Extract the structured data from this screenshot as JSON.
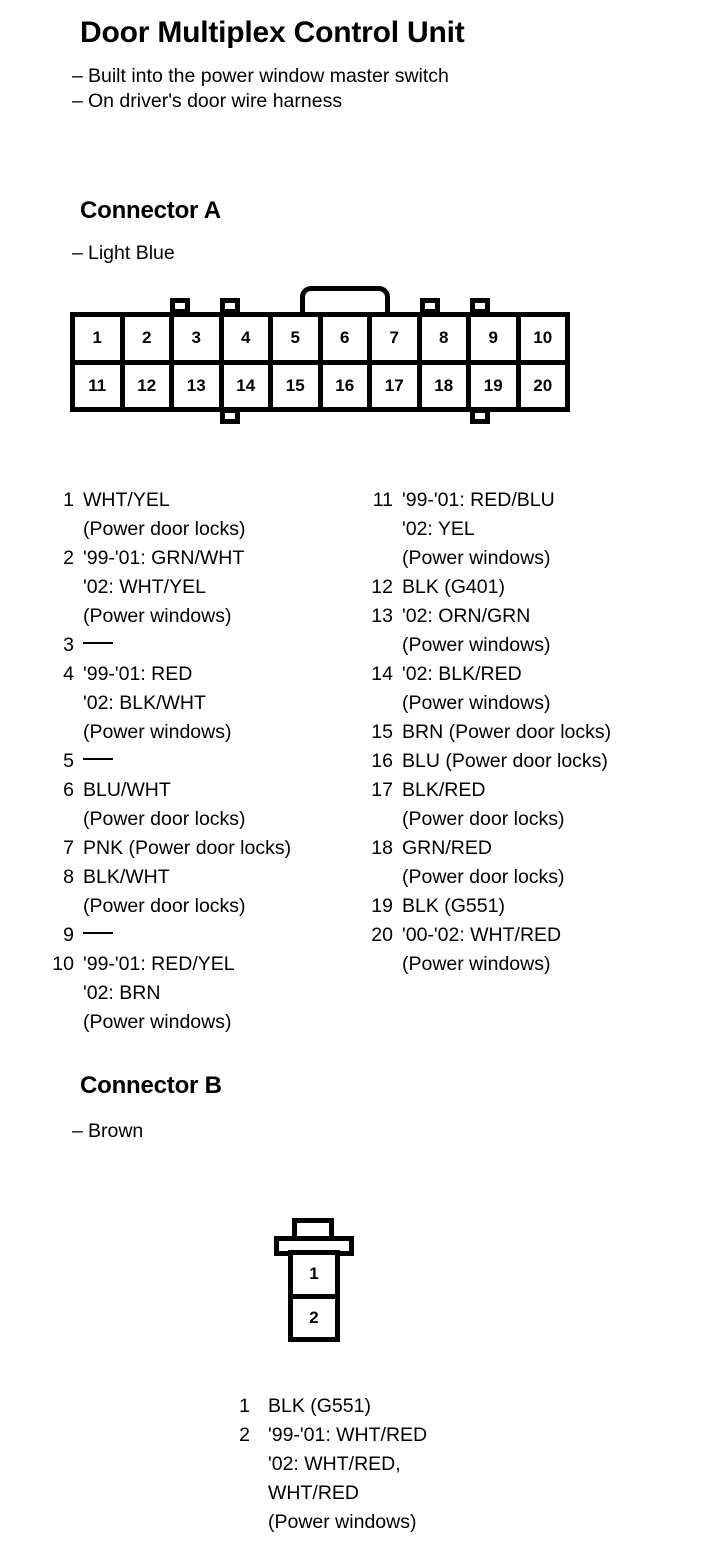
{
  "document": {
    "title": "Door Multiplex Control Unit",
    "notes": [
      "Built into the power window master switch",
      "On driver's door wire harness"
    ],
    "dash": "–"
  },
  "connector_a": {
    "heading": "Connector A",
    "subtitle": "Light Blue",
    "diagram": {
      "type": "20-pin rectangular connector",
      "rows": [
        [
          "1",
          "2",
          "3",
          "4",
          "5",
          "6",
          "7",
          "8",
          "9",
          "10"
        ],
        [
          "11",
          "12",
          "13",
          "14",
          "15",
          "16",
          "17",
          "18",
          "19",
          "20"
        ]
      ]
    },
    "pins_left": [
      {
        "num": "1",
        "lines": [
          "WHT/YEL",
          "(Power door locks)"
        ]
      },
      {
        "num": "2",
        "lines": [
          "'99-'01: GRN/WHT",
          "'02: WHT/YEL",
          "(Power windows)"
        ]
      },
      {
        "num": "3",
        "lines": [
          "—"
        ],
        "empty": true
      },
      {
        "num": "4",
        "lines": [
          "'99-'01: RED",
          "'02: BLK/WHT",
          "(Power windows)"
        ]
      },
      {
        "num": "5",
        "lines": [
          "—"
        ],
        "empty": true
      },
      {
        "num": "6",
        "lines": [
          "BLU/WHT",
          "(Power door locks)"
        ]
      },
      {
        "num": "7",
        "lines": [
          "PNK (Power door locks)"
        ]
      },
      {
        "num": "8",
        "lines": [
          "BLK/WHT",
          "(Power door locks)"
        ]
      },
      {
        "num": "9",
        "lines": [
          "—"
        ],
        "empty": true
      },
      {
        "num": "10",
        "lines": [
          "'99-'01: RED/YEL",
          "'02: BRN",
          "(Power windows)"
        ]
      }
    ],
    "pins_right": [
      {
        "num": "11",
        "lines": [
          "'99-'01: RED/BLU",
          "'02: YEL",
          "(Power windows)"
        ]
      },
      {
        "num": "12",
        "lines": [
          "BLK (G401)"
        ]
      },
      {
        "num": "13",
        "lines": [
          "'02: ORN/GRN",
          "(Power windows)"
        ]
      },
      {
        "num": "14",
        "lines": [
          "'02: BLK/RED",
          "(Power windows)"
        ]
      },
      {
        "num": "15",
        "lines": [
          "BRN (Power door locks)"
        ]
      },
      {
        "num": "16",
        "lines": [
          "BLU (Power door locks)"
        ]
      },
      {
        "num": "17",
        "lines": [
          "BLK/RED",
          "(Power door locks)"
        ]
      },
      {
        "num": "18",
        "lines": [
          "GRN/RED",
          "(Power door locks)"
        ]
      },
      {
        "num": "19",
        "lines": [
          "BLK (G551)"
        ]
      },
      {
        "num": "20",
        "lines": [
          "'00-'02: WHT/RED",
          "(Power windows)"
        ]
      }
    ]
  },
  "connector_b": {
    "heading": "Connector B",
    "subtitle": "Brown",
    "diagram": {
      "type": "2-pin vertical connector",
      "cells": [
        "1",
        "2"
      ]
    },
    "pins": [
      {
        "num": "1",
        "lines": [
          "BLK (G551)"
        ]
      },
      {
        "num": "2",
        "lines": [
          "'99-'01: WHT/RED",
          "'02: WHT/RED,",
          "WHT/RED",
          "(Power windows)"
        ]
      }
    ]
  }
}
